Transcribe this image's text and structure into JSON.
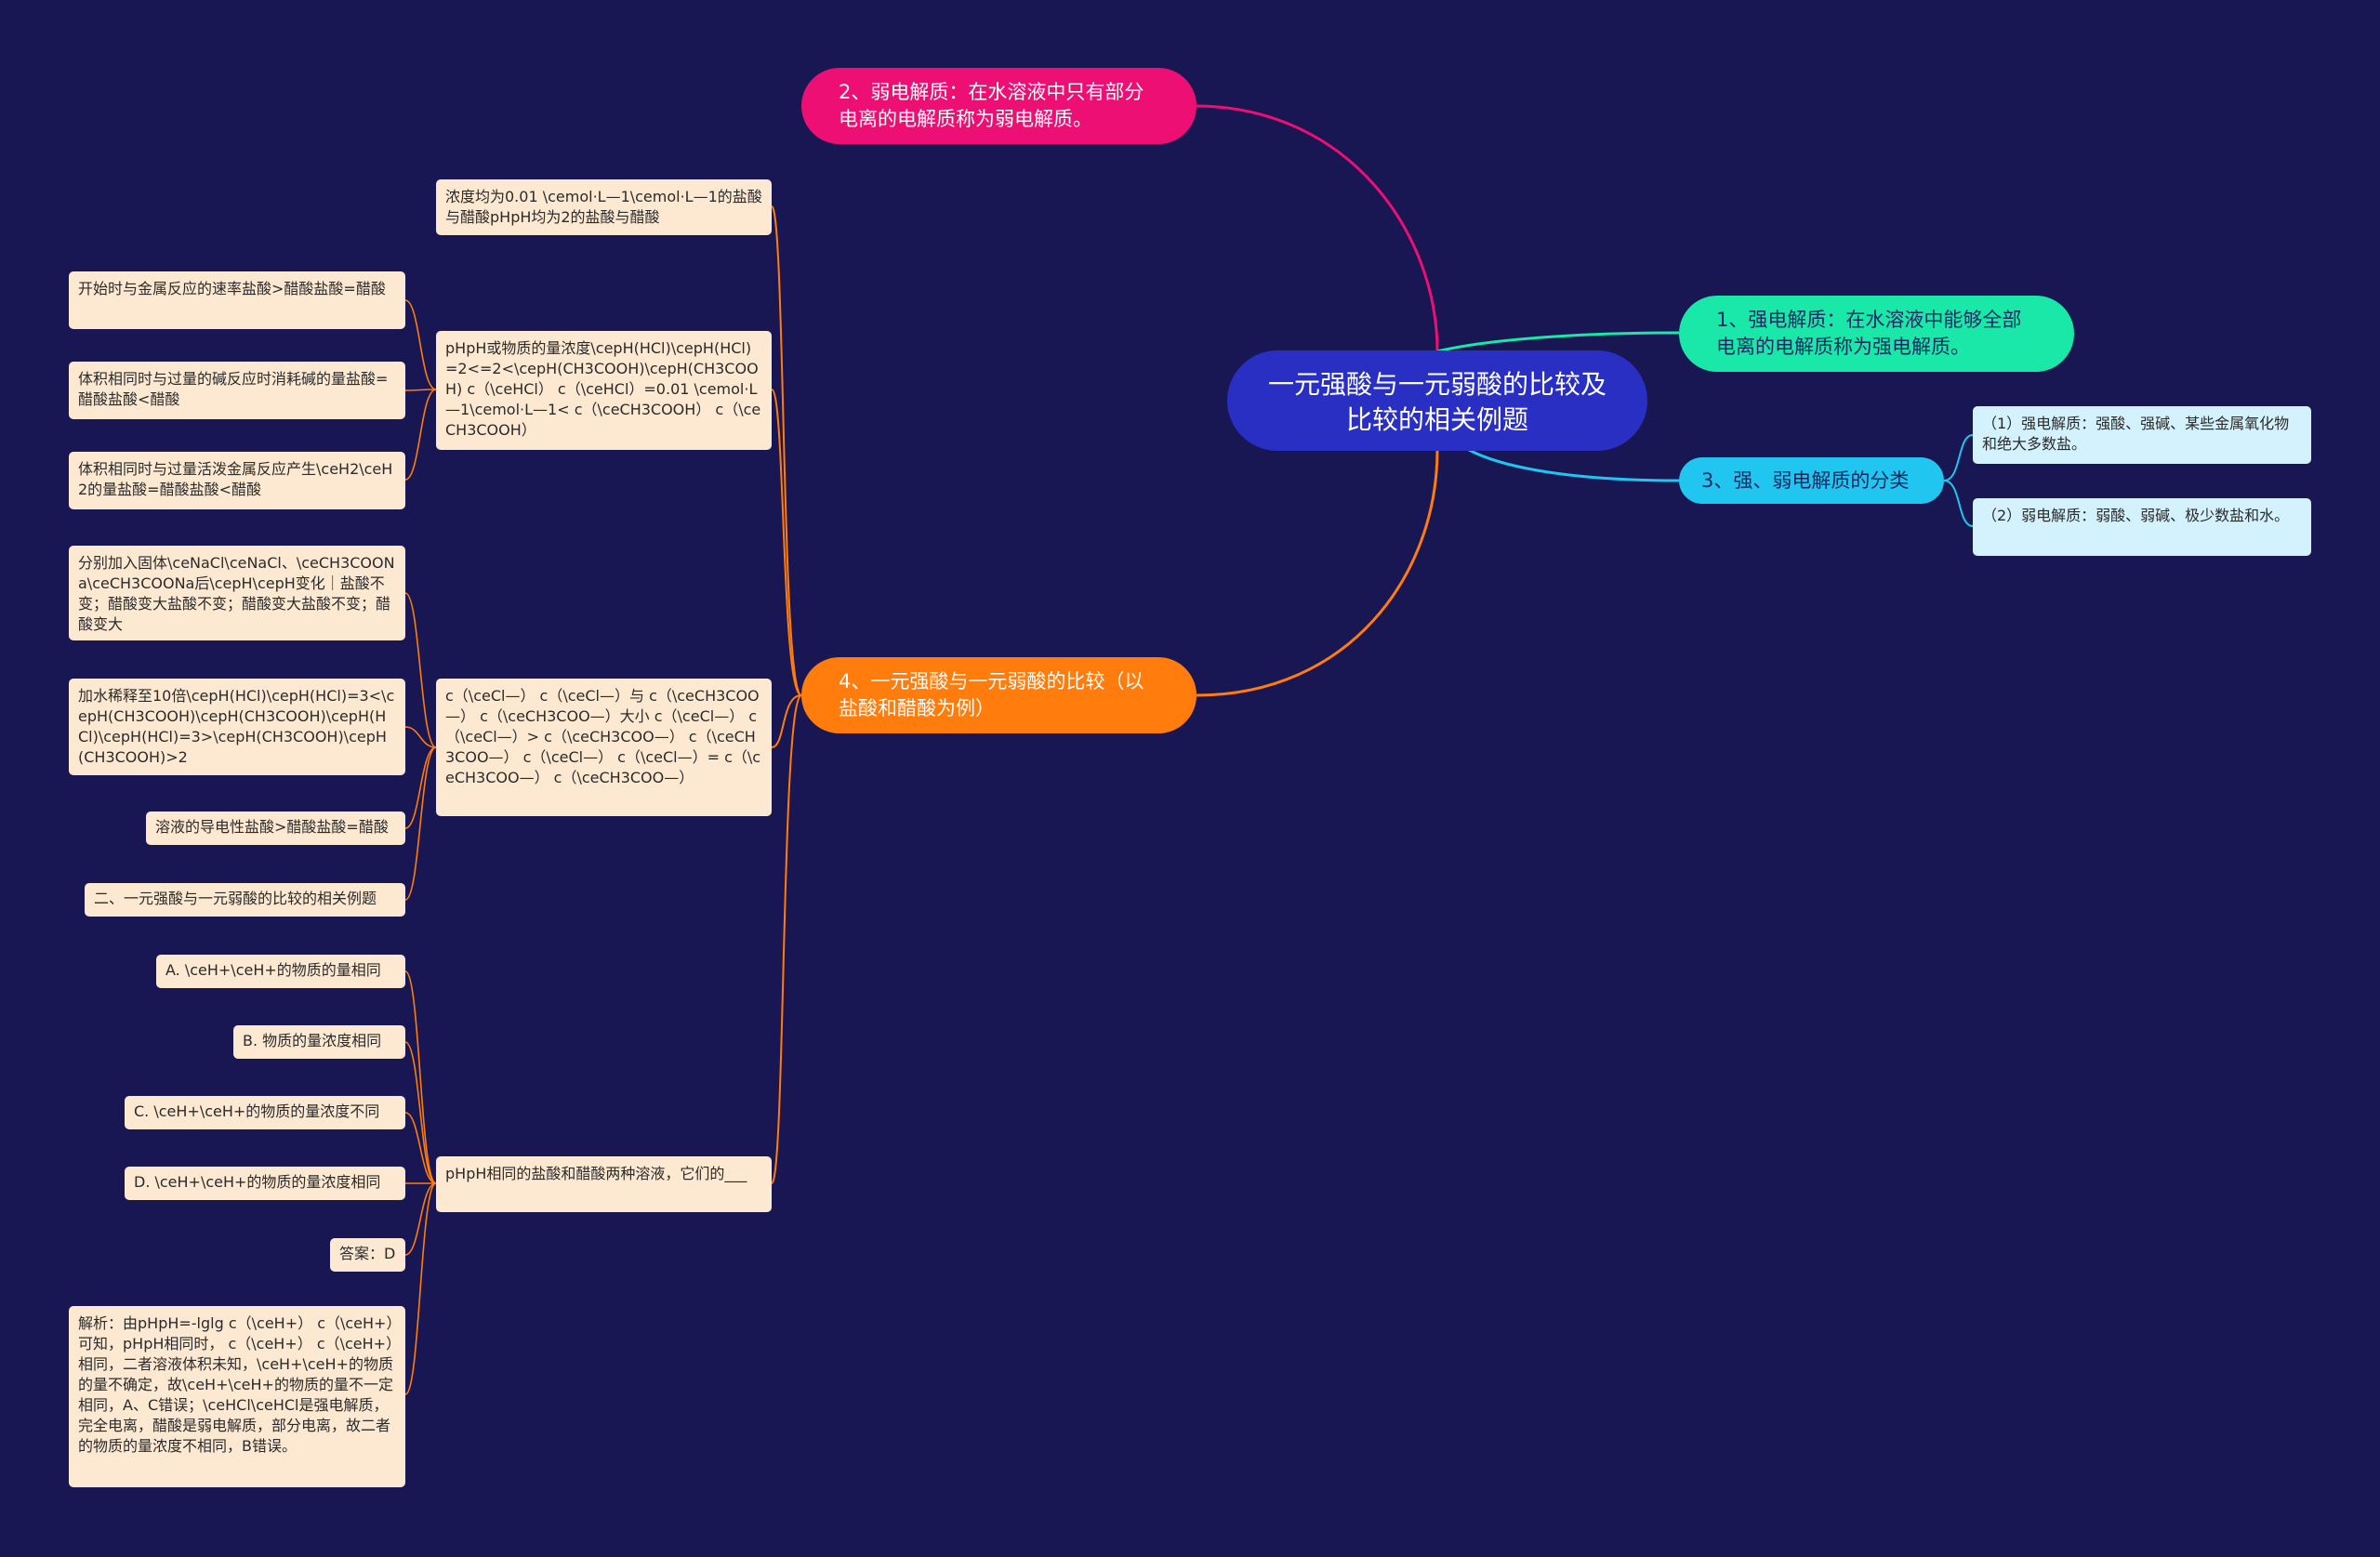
{
  "mindmap": {
    "root": "一元强酸与一元弱酸的比较及比较的相关例题",
    "branch_weak_electrolyte": "2、弱电解质：在水溶液中只有部分电离的电解质称为弱电解质。",
    "branch_strong_electrolyte": "1、强电解质：在水溶液中能够全部电离的电解质称为强电解质。",
    "branch_classification": {
      "label": "3、强、弱电解质的分类",
      "children": [
        "（1）强电解质：强酸、强碱、某些金属氧化物和绝大多数盐。",
        "（2）弱电解质：弱酸、弱碱、极少数盐和水。"
      ]
    },
    "branch_comparison": {
      "label": "4、一元强酸与一元弱酸的比较（以盐酸和醋酸为例）",
      "children": [
        {
          "text": "浓度均为0.01 \\cemol·L—1\\cemol·L—1的盐酸与醋酸pHpH均为2的盐酸与醋酸",
          "children": []
        },
        {
          "text": "pHpH或物质的量浓度\\cepH(HCl)\\cepH(HCl)=2<=2<\\cepH(CH3COOH)\\cepH(CH3COOH) c（\\ceHCl） c（\\ceHCl）=0.01 \\cemol·L—1\\cemol·L—1< c（\\ceCH3COOH） c（\\ceCH3COOH）",
          "children": [
            "开始时与金属反应的速率盐酸>醋酸盐酸=醋酸",
            "体积相同时与过量的碱反应时消耗碱的量盐酸=醋酸盐酸<醋酸",
            "体积相同时与过量活泼金属反应产生\\ceH2\\ceH2的量盐酸=醋酸盐酸<醋酸"
          ]
        },
        {
          "text": "c（\\ceCl—） c（\\ceCl—）与 c（\\ceCH3COO—） c（\\ceCH3COO—）大小 c（\\ceCl—） c（\\ceCl—）> c（\\ceCH3COO—） c（\\ceCH3COO—） c（\\ceCl—） c（\\ceCl—）= c（\\ceCH3COO—） c（\\ceCH3COO—）",
          "children": [
            "分别加入固体\\ceNaCl\\ceNaCl、\\ceCH3COONa\\ceCH3COONa后\\cepH\\cepH变化｜盐酸不变；醋酸变大盐酸不变；醋酸变大盐酸不变；醋酸变大",
            "加水稀释至10倍\\cepH(HCl)\\cepH(HCl)=3<\\cepH(CH3COOH)\\cepH(CH3COOH)\\cepH(HCl)\\cepH(HCl)=3>\\cepH(CH3COOH)\\cepH(CH3COOH)>2",
            "溶液的导电性盐酸>醋酸盐酸=醋酸",
            "二、一元强酸与一元弱酸的比较的相关例题"
          ]
        },
        {
          "text": "pHpH相同的盐酸和醋酸两种溶液，它们的___",
          "children": [
            "A. \\ceH+\\ceH+的物质的量相同",
            "B. 物质的量浓度相同",
            "C. \\ceH+\\ceH+的物质的量浓度不同",
            "D. \\ceH+\\ceH+的物质的量浓度相同",
            "答案：D",
            "解析：由pHpH=-lglg c（\\ceH+） c（\\ceH+）可知，pHpH相同时， c（\\ceH+） c（\\ceH+）相同，二者溶液体积未知，\\ceH+\\ceH+的物质的量不确定，故\\ceH+\\ceH+的物质的量不一定相同，A、C错误；\\ceHCl\\ceHCl是强电解质，完全电离，醋酸是弱电解质，部分电离，故二者的物质的量浓度不相同，B错误。"
          ]
        }
      ]
    }
  },
  "colors": {
    "background": "#181753",
    "root": "#2a2fc4",
    "magenta": "#ee0f74",
    "orange": "#ff7c0d",
    "teal": "#19e8a8",
    "cyan": "#20c5f0",
    "box": "#fde8d2",
    "box_cyan": "#d3f2fd"
  }
}
